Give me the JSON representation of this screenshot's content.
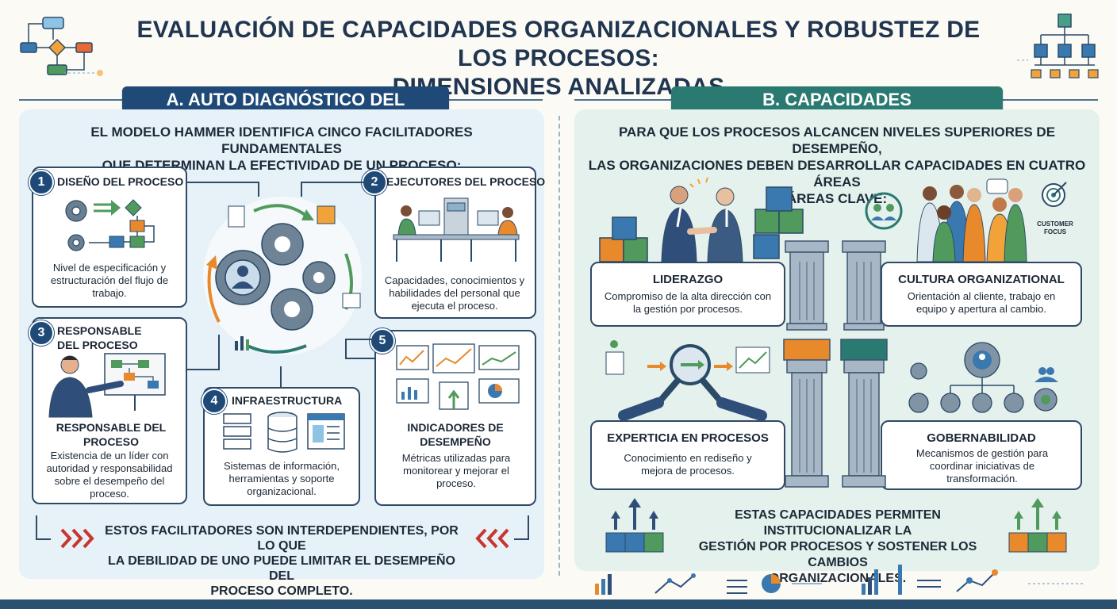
{
  "title": {
    "line1": "EVALUACIÓN DE CAPACIDADES ORGANIZACIONALES Y ROBUSTEZ DE LOS PROCESOS:",
    "line2": "DIMENSIONES ANALIZADAS"
  },
  "section_a": {
    "heading": "A. AUTO DIAGNÓSTICO DEL PROCESO",
    "intro_line1": "EL MODELO HAMMER IDENTIFICA CINCO FACILITADORES FUNDAMENTALES",
    "intro_line2": "QUE DETERMINAN LA EFECTIVIDAD DE UN PROCESO:",
    "enablers": [
      {
        "number": "1",
        "title": "DISEÑO DEL PROCESO",
        "description": "Nivel de especificación y estructuración del flujo de trabajo."
      },
      {
        "number": "2",
        "title": "EJECUTORES DEL PROCESO",
        "description": "Capacidades, conocimientos y habilidades del personal que ejecuta el proceso."
      },
      {
        "number": "3",
        "title_line1": "RESPONSABLE",
        "title_line2": "DEL PROCESO",
        "subtitle": "RESPONSABLE DEL PROCESO",
        "description": "Existencia de un líder con autoridad y responsabilidad sobre el desempeño del proceso."
      },
      {
        "number": "4",
        "title": "INFRAESTRUCTURA",
        "description": "Sistemas de información, herramientas y soporte organizacional."
      },
      {
        "number": "5",
        "title": "INDICADORES DE DESEMPEÑO",
        "description": "Métricas utilizadas para monitorear y mejorar el proceso."
      }
    ],
    "footer_line1": "ESTOS FACILITADORES SON INTERDEPENDIENTES, POR LO QUE",
    "footer_line2": "LA DEBILIDAD DE UNO PUEDE LIMITAR EL DESEMPEÑO DEL",
    "footer_line3": "PROCESO COMPLETO."
  },
  "section_b": {
    "heading": "B. CAPACIDADES ORGANIZACIONALES",
    "intro_line1": "PARA QUE LOS PROCESOS ALCANCEN NIVELES SUPERIORES DE DESEMPEÑO,",
    "intro_line2": "LAS ORGANIZACIONES DEBEN DESARROLLAR CAPACIDADES EN CUATRO ÁREAS",
    "intro_line3": "ÁREAS CLAVE:",
    "customer_focus_line1": "CUSTOMER",
    "customer_focus_line2": "FOCUS",
    "capabilities": [
      {
        "title": "LIDERAZGO",
        "description": "Compromiso de la alta dirección con la gestión por procesos."
      },
      {
        "title": "CULTURA ORGANIZATIONAL",
        "description": "Orientación al cliente, trabajo en equipo y apertura al cambio."
      },
      {
        "title": "EXPERTICIA EN PROCESOS",
        "description": "Conocimiento en rediseño y mejora de procesos."
      },
      {
        "title": "GOBERNABILIDAD",
        "description": "Mecanismos de gestión para coordinar iniciativas de transformación."
      }
    ],
    "footer_line1": "ESTAS CAPACIDADES PERMITEN INSTITUCIONALIZAR LA",
    "footer_line2": "GESTIÓN POR PROCESOS Y SOSTENER LOS CAMBIOS",
    "footer_line3": "ORGANIZACIONALES."
  },
  "colors": {
    "navy": "#1f4a78",
    "teal": "#2a7a72",
    "orange": "#e8892c",
    "green": "#4f9a5c",
    "blue": "#3a78b0"
  },
  "icons": [
    "flowchart-icon",
    "hierarchy-icon",
    "gear-icon",
    "worker-desk-icon",
    "presenter-icon",
    "server-icon",
    "dashboard-icon",
    "handshake-icon",
    "team-icon",
    "target-icon",
    "magnifier-icon",
    "pillar-icon",
    "growth-arrows-icon"
  ]
}
